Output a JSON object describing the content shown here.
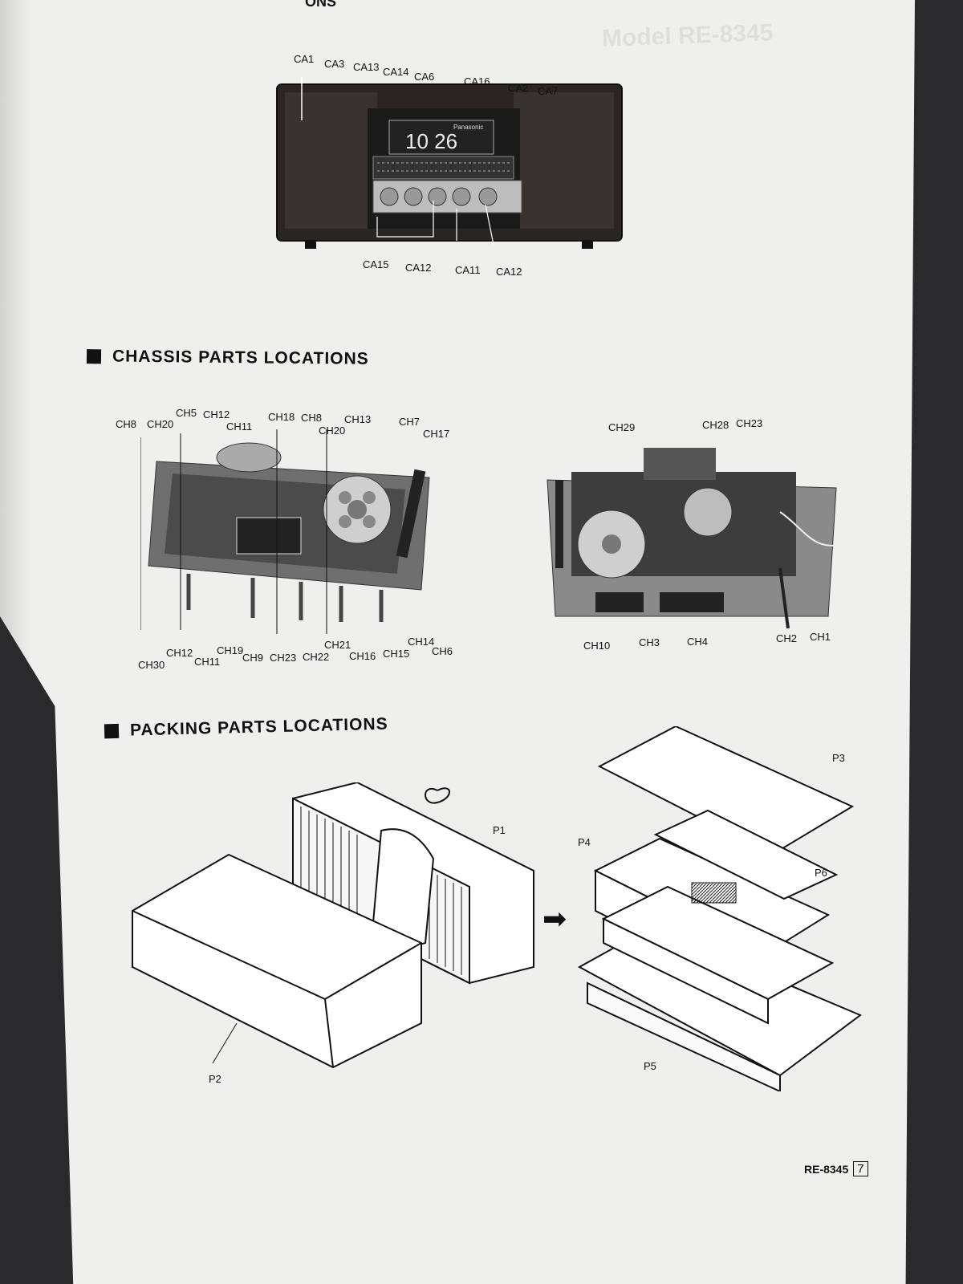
{
  "top_fragment": "ONS",
  "cabinet_labels": [
    {
      "id": "ca1",
      "text": "CA1"
    },
    {
      "id": "ca3",
      "text": "CA3"
    },
    {
      "id": "ca13",
      "text": "CA13"
    },
    {
      "id": "ca14",
      "text": "CA14"
    },
    {
      "id": "ca6",
      "text": "CA6"
    },
    {
      "id": "ca16",
      "text": "CA16"
    },
    {
      "id": "ca2",
      "text": "CA2"
    },
    {
      "id": "ca7",
      "text": "CA7"
    },
    {
      "id": "ca15",
      "text": "CA15"
    },
    {
      "id": "ca12a",
      "text": "CA12"
    },
    {
      "id": "ca11",
      "text": "CA11"
    },
    {
      "id": "ca12b",
      "text": "CA12"
    }
  ],
  "radio_display": {
    "clock": "10 26",
    "brand": "Panasonic"
  },
  "chassis_heading": "CHASSIS PARTS LOCATIONS",
  "chassis_left_labels": [
    "CH8",
    "CH20",
    "CH5",
    "CH12",
    "CH11",
    "CH18",
    "CH8",
    "CH20",
    "CH13",
    "CH7",
    "CH17",
    "CH30",
    "CH12",
    "CH11",
    "CH19",
    "CH9",
    "CH23",
    "CH22",
    "CH21",
    "CH16",
    "CH15",
    "CH14",
    "CH6"
  ],
  "chassis_right_labels": [
    "CH29",
    "CH28",
    "CH23",
    "CH10",
    "CH3",
    "CH4",
    "CH2",
    "CH1"
  ],
  "packing_heading": "PACKING PARTS LOCATIONS",
  "packing_labels": [
    "P1",
    "P2",
    "P3",
    "P4",
    "P5",
    "P6"
  ],
  "footer": {
    "model": "RE-8345",
    "page": "7"
  },
  "ghost_text": "Model RE-8345"
}
